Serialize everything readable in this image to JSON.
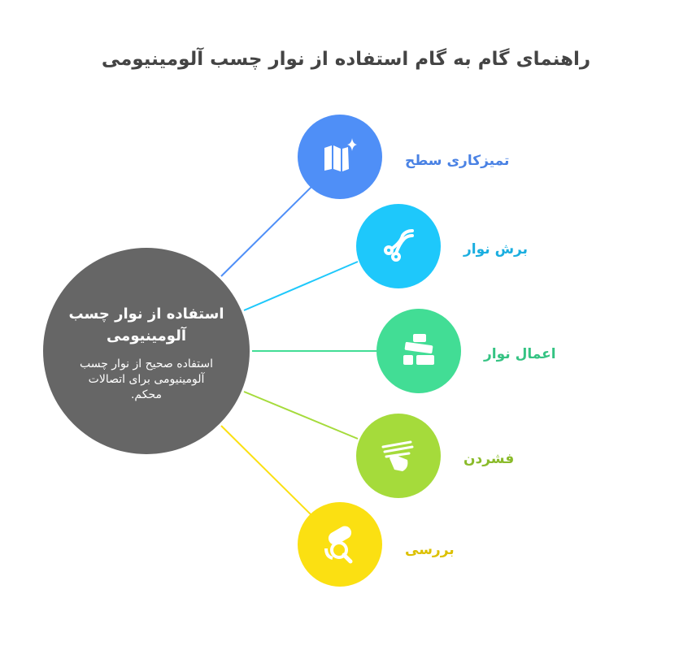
{
  "title": "راهنمای گام به گام استفاده از نوار چسب آلومینیومی",
  "center": {
    "heading": "استفاده از نوار چسب آلومینیومی",
    "description": "استفاده صحیح از نوار چسب آلومینیومی برای اتصالات محکم.",
    "color": "#666666"
  },
  "steps": [
    {
      "label": "تمیزکاری سطح",
      "icon": "map-sparkle-icon",
      "color": "#4f8ff7",
      "text_color": "#4a82e4"
    },
    {
      "label": "برش نوار",
      "icon": "scissors-icon",
      "color": "#1ec8fb",
      "text_color": "#1aaee0"
    },
    {
      "label": "اعمال نوار",
      "icon": "tape-apply-icon",
      "color": "#42dd95",
      "text_color": "#35c383"
    },
    {
      "label": "فشردن",
      "icon": "hand-press-icon",
      "color": "#a5db3b",
      "text_color": "#8abb2a"
    },
    {
      "label": "بررسی",
      "icon": "inspect-icon",
      "color": "#fbe012",
      "text_color": "#dcc000"
    }
  ]
}
